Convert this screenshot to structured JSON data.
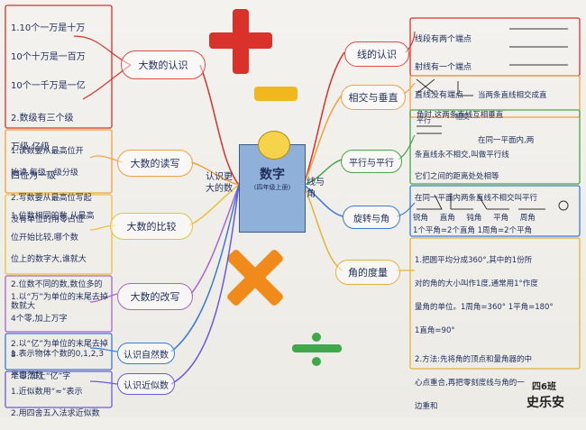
{
  "center": {
    "title": "数字",
    "subtitle": "(四年级上册)"
  },
  "trunk_labels": {
    "left": "认识更大的数",
    "right": "线与角"
  },
  "left_branches": [
    {
      "label": "大数的认识",
      "color": "#e14b43",
      "notes": [
        "1.10个一万是十万",
        "10个十万是一百万",
        "10个一千万是一亿",
        "2.数级有三个级",
        "万级 亿级",
        "四位为一级"
      ]
    },
    {
      "label": "大数的读写",
      "color": "#f0a040",
      "notes": [
        "1.读数要从最高位开",
        "始读,每级一级分级",
        "2.写数要从最高位写起",
        "没有单位的用零占位"
      ]
    },
    {
      "label": "大数的比较",
      "color": "#e7c23a",
      "notes": [
        "1.位数相同的数,从最高",
        "位开始比较,哪个数",
        "位上的数字大,谁就大",
        "2.位数不同的数,数位多的",
        "数就大"
      ]
    },
    {
      "label": "大数的改写",
      "color": "#a866c8",
      "notes": [
        "1.以“万”为单位的末尾去掉",
        "4个零,加上万字",
        "2.以“亿”为单位的末尾去掉8",
        "个零,加上“亿”字"
      ]
    },
    {
      "label": "认识自然数",
      "color": "#3a7bd5",
      "notes": [
        "1.表示物体个数的0,1,2,3",
        "是自然数"
      ]
    },
    {
      "label": "认识近似数",
      "color": "#6b5bd6",
      "notes": [
        "1.近似数用“≈”表示",
        "2.用四舍五入法求近似数"
      ]
    }
  ],
  "right_branches": [
    {
      "label": "线的认识",
      "color": "#e14b43",
      "notes": [
        "线段有两个端点",
        "射线有一个端点",
        "直线没有端点"
      ]
    },
    {
      "label": "相交与垂直",
      "color": "#f0a040",
      "notes": [
        "当两条直线相交成直",
        "角时,这两条直线互相垂直"
      ]
    },
    {
      "label": "平行与平行",
      "color": "#4aa54a",
      "notes": [
        "在同一平面内,两",
        "条直线永不相交,叫做平行线",
        "它们之间的距离处处相等",
        "在同一平面内两条直线不相交叫平行"
      ]
    },
    {
      "label": "旋转与角",
      "color": "#3a7bd5",
      "notes": [
        "锐角 直角 钝角 平角 周角",
        "1个平角=2个直角 1周角=2个平角"
      ]
    },
    {
      "label": "角的度量",
      "color": "#e3b23c",
      "notes": [
        "1.把圆平均分成360°,其中的1份所",
        "对的角的大小叫作1度,通常用1°作度",
        "量角的单位。1周角=360° 1平角=180°",
        "1直角=90°",
        "2.方法:先将角的顶点和量角器的中",
        "心点重合,再把零刻度线与角的一",
        "边重和"
      ]
    }
  ],
  "right_labels": {
    "parallel_tag": "平行",
    "cross_tag": "相交",
    "angles": [
      "锐角",
      "直角",
      "钝角",
      "平角",
      "周角"
    ]
  },
  "signature": {
    "class": "四6班",
    "name": "史乐安"
  },
  "colors": {
    "plus": "#d8322b",
    "minus": "#f0b81e",
    "times": "#f08a1a",
    "divide": "#3ea84a"
  }
}
